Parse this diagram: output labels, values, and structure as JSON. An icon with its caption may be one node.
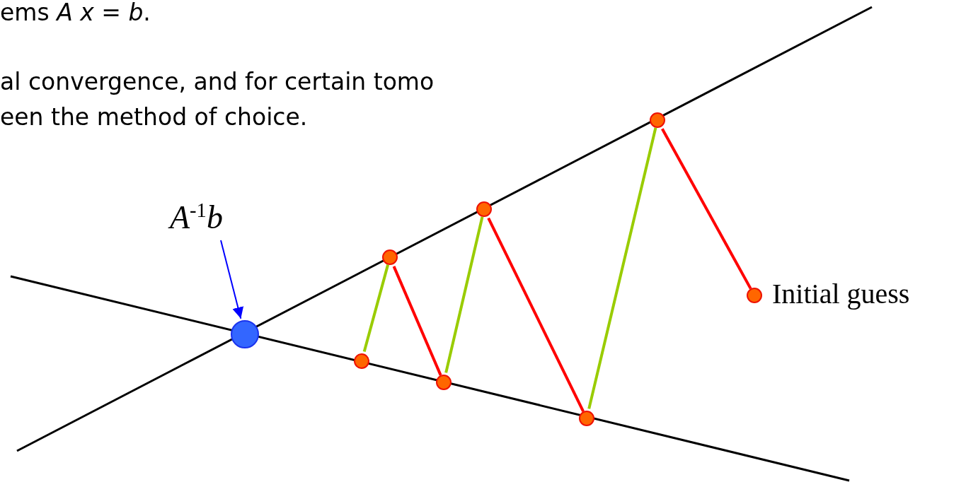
{
  "diagram": {
    "nodes": [
      {
        "text": [
          "*A*$^{-1}$*b*"
        ]
      },
      {
        "text": [],
        "shape": "circle"
      },
      {
        "text": [],
        "shape": "circle"
      },
      {
        "text": [],
        "shape": "circle"
      },
      {
        "text": [],
        "shape": "circle"
      },
      {
        "text": [],
        "shape": "circle"
      },
      {
        "text": [],
        "shape": "circle"
      },
      {
        "text": [],
        "shape": "circle"
      },
      {
        "text": [],
        "shape": "circle",
        "beside": [
          "Initial guess"
        ]
      }
    ],
    "edges": [
      {
        "from": 0,
        "to": 1,
        "arrow": "to",
        "color": "#0000ff"
      },
      {
        "from": 8,
        "to": 7,
        "arrow": "none",
        "color": "#ff0000"
      },
      {
        "from": 7,
        "to": 6,
        "arrow": "none",
        "color": "#99cc00"
      },
      {
        "from": 6,
        "to": 5,
        "arrow": "none",
        "color": "#ff0000"
      },
      {
        "from": 5,
        "to": 4,
        "arrow": "none",
        "color": "#99cc00"
      },
      {
        "from": 4,
        "to": 3,
        "arrow": "none",
        "color": "#ff0000"
      },
      {
        "from": 3,
        "to": 2,
        "arrow": "none",
        "color": "#99cc00"
      }
    ],
    "labels": [
      "ems *A* *x* = *b*.",
      "al convergence, and for certain tomo",
      "een the method of choice."
    ]
  }
}
